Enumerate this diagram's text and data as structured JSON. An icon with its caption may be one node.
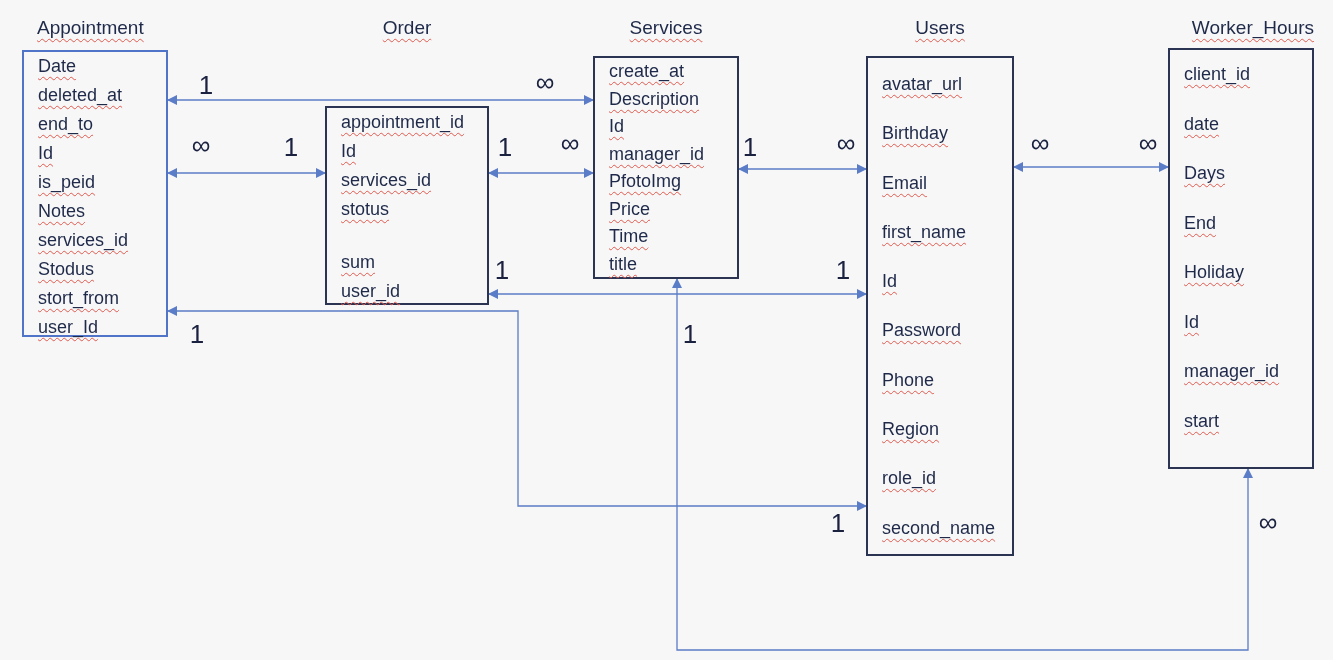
{
  "diagram": {
    "nodes": [
      {
        "text": [
          "Appointment",
          "Date",
          "deleted_at",
          "end_to",
          "Id",
          "is_peid",
          "Notes",
          "services_id",
          "Stodus",
          "stort_from",
          "user_Id"
        ]
      },
      {
        "text": [
          "Order",
          "appointment_id",
          "Id",
          "services_id",
          "stotus",
          "sum",
          "user_id"
        ]
      },
      {
        "text": [
          "Services",
          "create_at",
          "Description",
          "Id",
          "manager_id",
          "PfotoImg",
          "Price",
          "Time",
          "title"
        ]
      },
      {
        "text": [
          "Users",
          "avatar_url",
          "Birthday",
          "Email",
          "first_name",
          "Id",
          "Password",
          "Phone",
          "Region",
          "role_id",
          "second_name"
        ]
      },
      {
        "text": [
          "Worker_Hours",
          "client_id",
          "date",
          "Days",
          "End",
          "Holiday",
          "Id",
          "manager_id",
          "start"
        ]
      }
    ],
    "edges": [
      {
        "from": 0,
        "to": 2,
        "arrow": "both"
      },
      {
        "from": 0,
        "to": 1,
        "arrow": "both"
      },
      {
        "from": 1,
        "to": 2,
        "arrow": "both"
      },
      {
        "from": 2,
        "to": 3,
        "arrow": "both"
      },
      {
        "from": 3,
        "to": 4,
        "arrow": "both"
      },
      {
        "from": 1,
        "to": 3,
        "arrow": "both"
      },
      {
        "from": 0,
        "to": 3,
        "arrow": "both"
      },
      {
        "from": 2,
        "to": 4,
        "arrow": "both"
      }
    ],
    "labels": [
      "1",
      "∞",
      "∞",
      "1",
      "1",
      "∞",
      "1",
      "∞",
      "∞",
      "∞",
      "1",
      "1",
      "1",
      "1",
      "1",
      "∞"
    ]
  }
}
